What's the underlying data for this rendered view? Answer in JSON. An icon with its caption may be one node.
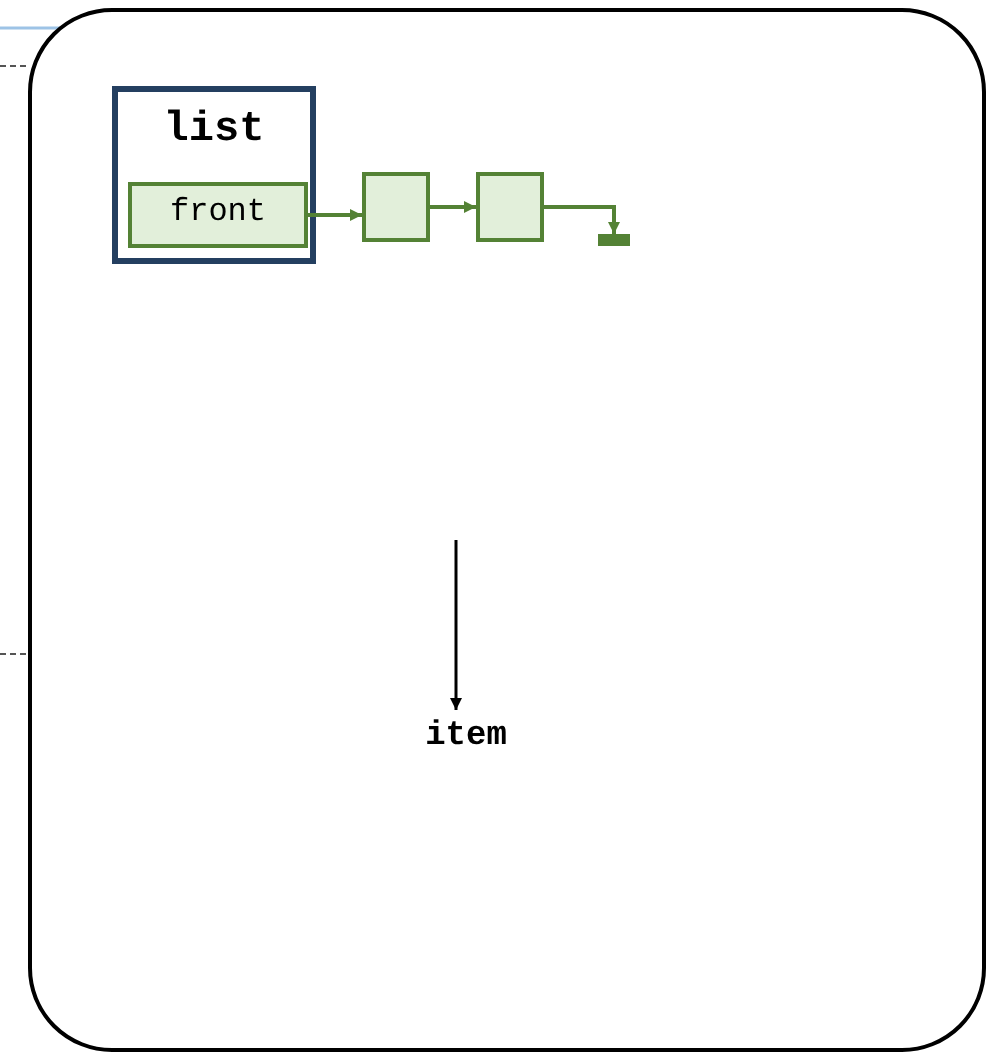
{
  "diagram": {
    "nodes": [
      {
        "text": [],
        "shape": "box"
      },
      {
        "text": [
          "list"
        ],
        "in": 0
      },
      {
        "text": [
          "front"
        ],
        "in": 1
      },
      {
        "text": [],
        "shape": "box",
        "in": 0
      },
      {
        "text": [],
        "shape": "box",
        "in": 0
      },
      {
        "text": [],
        "shape": "bar",
        "in": 0
      },
      {
        "text": [
          "item"
        ],
        "in": 0
      }
    ],
    "edges": [
      {
        "from": 2,
        "to": 3,
        "arrow": "to"
      },
      {
        "from": 3,
        "to": 4,
        "arrow": "to"
      },
      {
        "from": 4,
        "to": 5,
        "arrow": "to"
      },
      {
        "from": null,
        "to": 6,
        "arrow": "to",
        "color": "#000000"
      }
    ]
  }
}
